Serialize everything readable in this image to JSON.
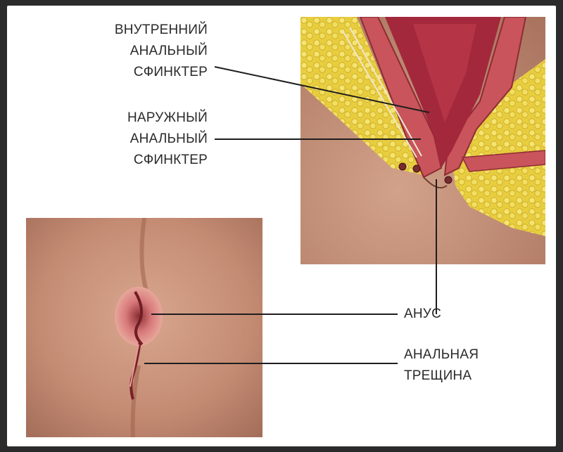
{
  "labels": {
    "internal_sphincter": [
      "ВНУТРЕННИЙ",
      "АНАЛЬНЫЙ",
      "СФИНКТЕР"
    ],
    "external_sphincter": [
      "НАРУЖНЫЙ",
      "АНАЛЬНЫЙ",
      "СФИНКТЕР"
    ],
    "anus": [
      "АНУС"
    ],
    "anal_fissure": [
      "АНАЛЬНАЯ",
      "ТРЕЩИНА"
    ]
  },
  "colors": {
    "background": "#2b2b2b",
    "frame": "#ffffff",
    "skin": "#c9987f",
    "fat": "#e9d24a",
    "muscle": "#c8545a",
    "lumen": "#a3283b",
    "line": "#1e1e1e"
  }
}
